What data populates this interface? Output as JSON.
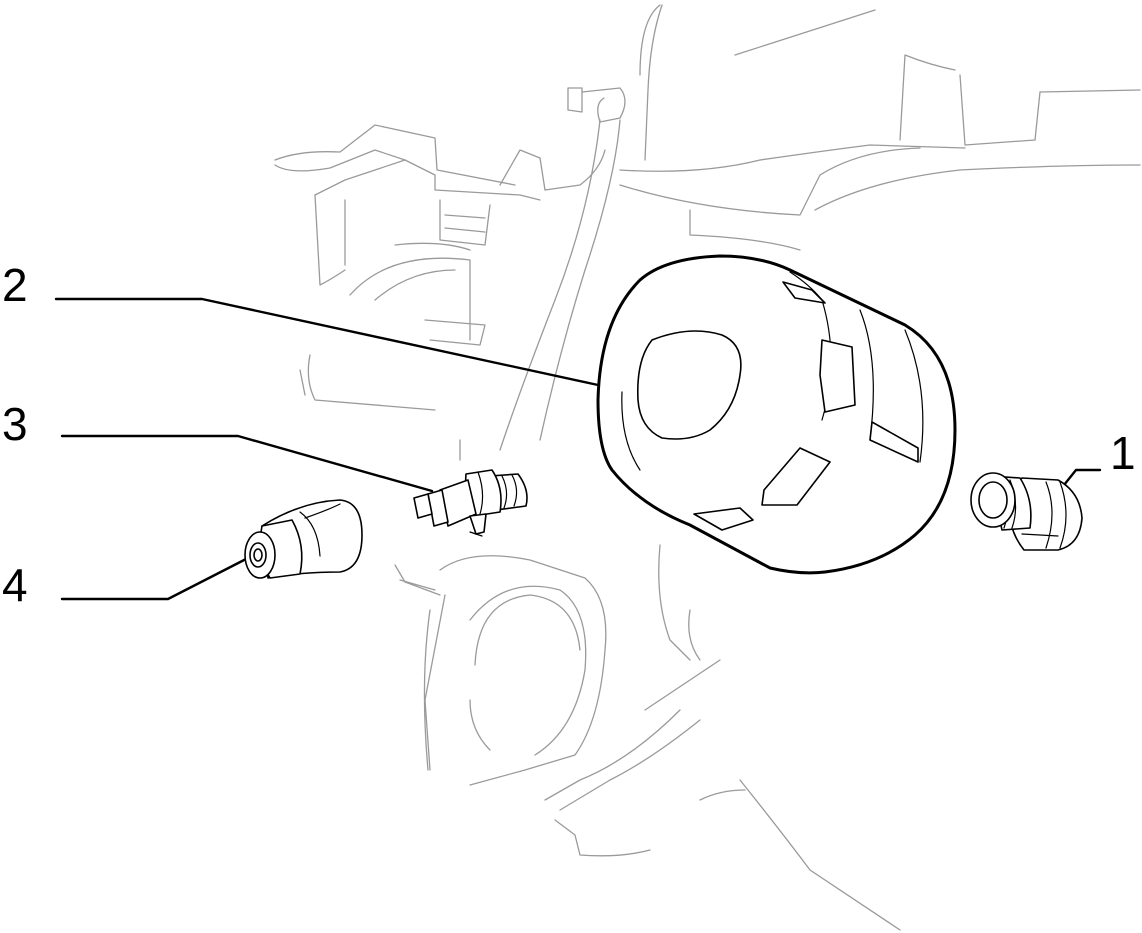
{
  "callouts": [
    {
      "id": "1",
      "text": "1"
    },
    {
      "id": "2",
      "text": "2"
    },
    {
      "id": "3",
      "text": "3"
    },
    {
      "id": "4",
      "text": "4"
    }
  ],
  "colors": {
    "line": "#000000",
    "background_lines": "#9a9a9a",
    "background": "#ffffff"
  }
}
